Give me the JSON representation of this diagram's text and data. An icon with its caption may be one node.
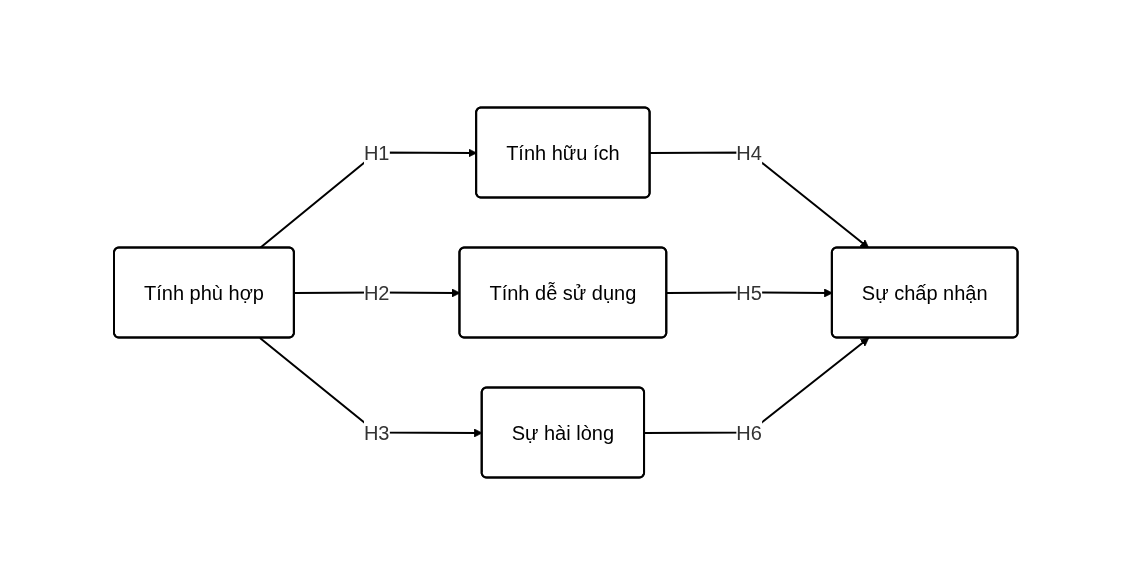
{
  "diagram": {
    "nodes": [
      {
        "text": [
          "Tính phù hợp"
        ]
      },
      {
        "text": [
          "Tính hữu ích"
        ]
      },
      {
        "text": [
          "Tính dễ sử dụng"
        ]
      },
      {
        "text": [
          "Sự hài lòng"
        ]
      },
      {
        "text": [
          "Sự chấp nhận"
        ]
      }
    ],
    "edges": [
      {
        "from": 0,
        "to": 1,
        "arrow": "to",
        "label": "H1"
      },
      {
        "from": 0,
        "to": 2,
        "arrow": "to",
        "label": "H2"
      },
      {
        "from": 0,
        "to": 3,
        "arrow": "to",
        "label": "H3"
      },
      {
        "from": 1,
        "to": 4,
        "arrow": "to",
        "label": "H4"
      },
      {
        "from": 2,
        "to": 4,
        "arrow": "to",
        "label": "H5"
      },
      {
        "from": 3,
        "to": 4,
        "arrow": "to",
        "label": "H6"
      }
    ]
  }
}
